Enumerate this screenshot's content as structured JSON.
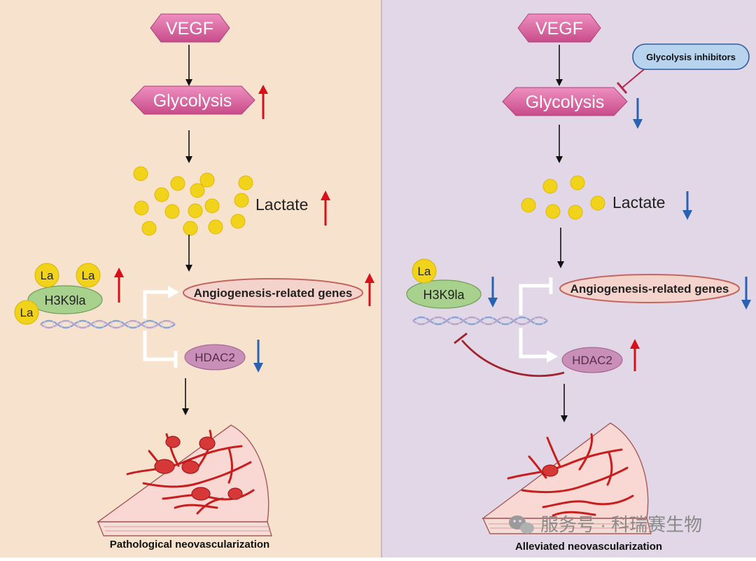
{
  "left_panel": {
    "vegf": "VEGF",
    "glycolysis": "Glycolysis",
    "lactate": "Lactate",
    "la_marks": [
      "La",
      "La",
      "La"
    ],
    "histone": "H3K9la",
    "genes": "Angiogenesis-related genes",
    "hdac": "HDAC2",
    "caption": "Pathological neovascularization",
    "trend": {
      "glycolysis": "up",
      "lactate": "up",
      "histone": "up",
      "genes": "up",
      "hdac": "down"
    }
  },
  "right_panel": {
    "vegf": "VEGF",
    "inhibitor": "Glycolysis inhibitors",
    "glycolysis": "Glycolysis",
    "lactate": "Lactate",
    "la_marks": [
      "La"
    ],
    "histone": "H3K9la",
    "genes": "Angiogenesis-related genes",
    "hdac": "HDAC2",
    "caption": "Alleviated neovascularization",
    "trend": {
      "glycolysis": "down",
      "lactate": "down",
      "histone": "down",
      "genes": "down",
      "hdac": "up"
    }
  },
  "watermark": "服务号 · 科瑞赛生物",
  "colors": {
    "left_bg": "#f7e3cd",
    "right_bg": "#e2d7e6",
    "hex_pink": "#d7609d",
    "lactate_yellow": "#f2d31b",
    "histone_green": "#a9d18e",
    "genes_fill": "#f4d3cd",
    "hdac_fill": "#c890b8",
    "arrow_up": "#d7101a",
    "arrow_down": "#2a62b3",
    "inhibitor_fill": "#b7d3ee",
    "vessel_red": "#c81e1e"
  }
}
